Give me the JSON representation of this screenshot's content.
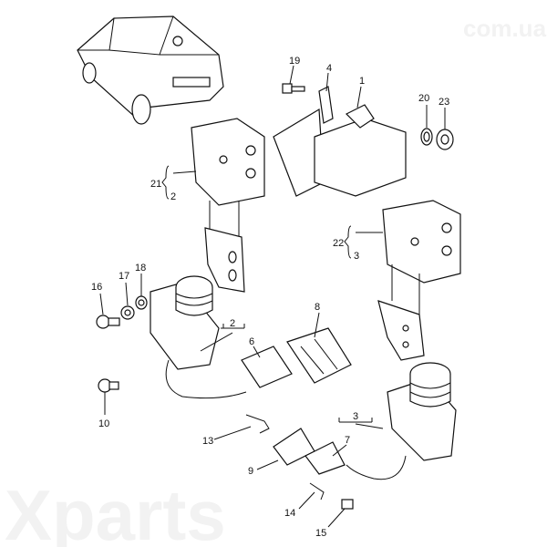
{
  "watermark": {
    "brand": "Xparts",
    "domain": "com.ua"
  },
  "callouts": [
    {
      "id": "19",
      "text": "19"
    },
    {
      "id": "4",
      "text": "4"
    },
    {
      "id": "1",
      "text": "1"
    },
    {
      "id": "20",
      "text": "20"
    },
    {
      "id": "23",
      "text": "23"
    },
    {
      "id": "21",
      "text": "21"
    },
    {
      "id": "2a",
      "text": "2"
    },
    {
      "id": "22",
      "text": "22"
    },
    {
      "id": "3a",
      "text": "3"
    },
    {
      "id": "16",
      "text": "16"
    },
    {
      "id": "17",
      "text": "17"
    },
    {
      "id": "18",
      "text": "18"
    },
    {
      "id": "8",
      "text": "8"
    },
    {
      "id": "2b",
      "text": "2"
    },
    {
      "id": "6",
      "text": "6"
    },
    {
      "id": "10",
      "text": "10"
    },
    {
      "id": "13",
      "text": "13"
    },
    {
      "id": "3b",
      "text": "3"
    },
    {
      "id": "9",
      "text": "9"
    },
    {
      "id": "7",
      "text": "7"
    },
    {
      "id": "14",
      "text": "14"
    },
    {
      "id": "15",
      "text": "15"
    }
  ]
}
